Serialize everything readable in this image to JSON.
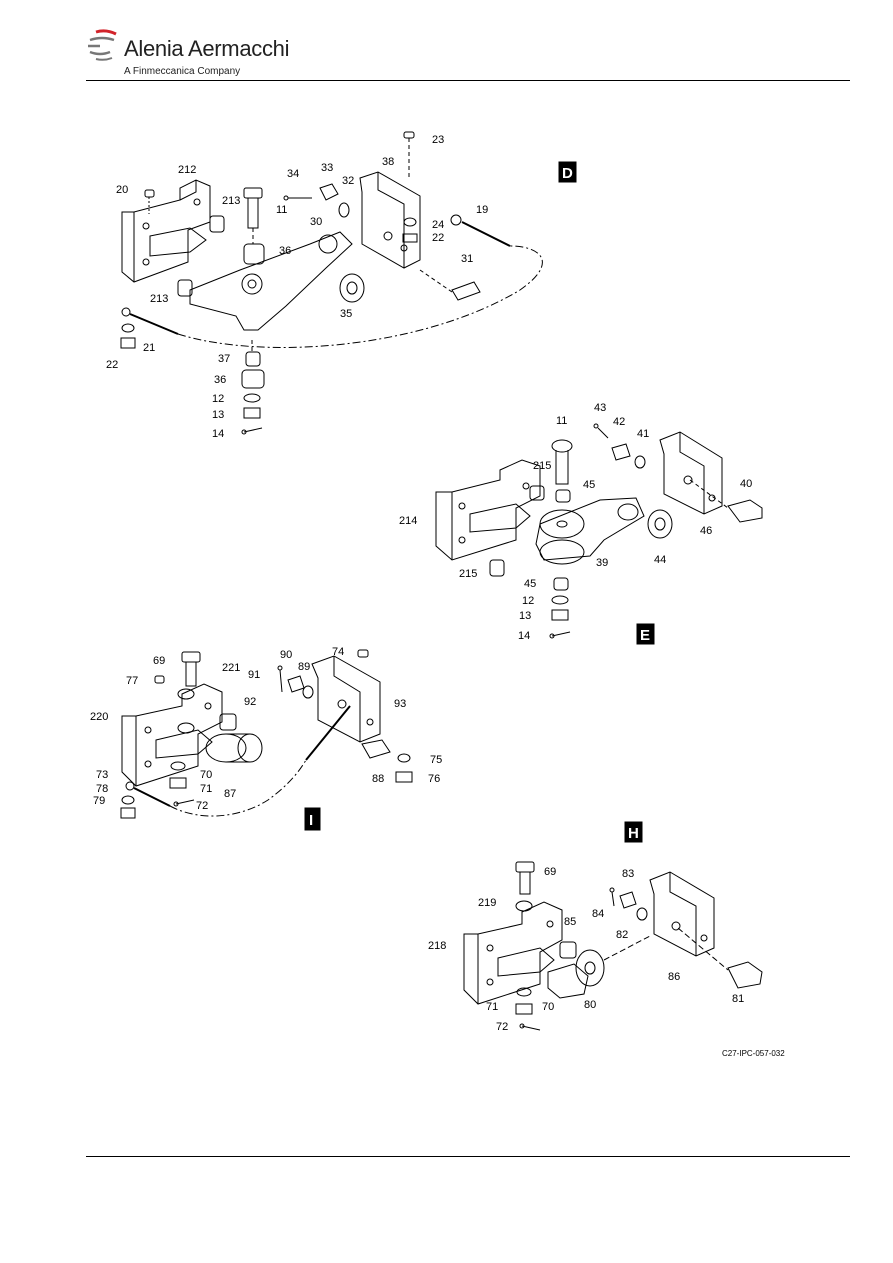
{
  "header": {
    "company": "Alenia Aermacchi",
    "tagline": "A Finmeccanica Company",
    "logo_icon": "swoosh-logo-icon",
    "accent_color": "#d2232a"
  },
  "figure": {
    "drawing_code": "C27-IPC-057-032",
    "views": {
      "D": "D",
      "E": "E",
      "I": "I",
      "H": "H"
    },
    "callouts_D": [
      "23",
      "212",
      "20",
      "34",
      "33",
      "32",
      "38",
      "213",
      "11",
      "30",
      "24",
      "22",
      "19",
      "36",
      "213",
      "31",
      "35",
      "21",
      "22",
      "37",
      "36",
      "12",
      "13",
      "14"
    ],
    "callouts_E": [
      "11",
      "43",
      "42",
      "41",
      "215",
      "45",
      "40",
      "214",
      "46",
      "39",
      "44",
      "215",
      "45",
      "12",
      "13",
      "14"
    ],
    "callouts_I": [
      "69",
      "221",
      "90",
      "74",
      "77",
      "91",
      "89",
      "220",
      "92",
      "93",
      "73",
      "70",
      "75",
      "78",
      "71",
      "88",
      "76",
      "79",
      "72",
      "87"
    ],
    "callouts_H": [
      "69",
      "83",
      "219",
      "84",
      "85",
      "218",
      "82",
      "86",
      "81",
      "80",
      "71",
      "70",
      "72"
    ]
  }
}
